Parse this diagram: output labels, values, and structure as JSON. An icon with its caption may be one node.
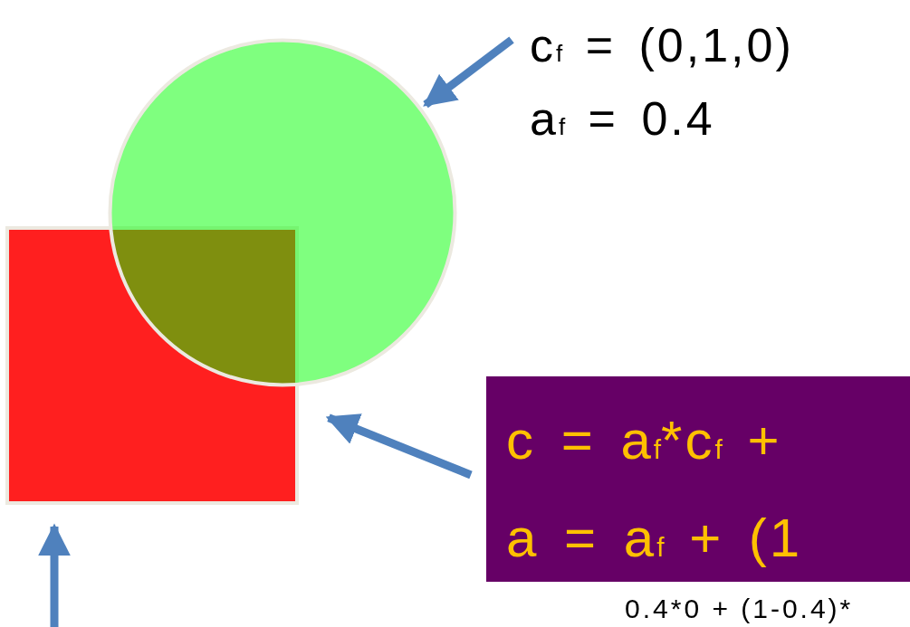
{
  "diagram": {
    "nodes": [
      {
        "text": [],
        "shape": "circle"
      },
      {
        "text": [],
        "shape": "box"
      },
      {
        "text": [
          "c$_{f}$ = (0,1,0)",
          "a$_{f}$ = 0.4"
        ]
      },
      {
        "text": [
          "c = a$_{f}$*c$_{f}$ +",
          "a = a$_{f}$ + (1"
        ]
      }
    ],
    "edges": [
      {
        "from": 2,
        "to": 0,
        "arrow": "to"
      },
      {
        "from": 3,
        "to": 1,
        "arrow": "to"
      },
      {
        "from": null,
        "to": 1,
        "arrow": "to"
      }
    ],
    "labels": [
      "0.4*0 + (1-0.4)*"
    ]
  }
}
